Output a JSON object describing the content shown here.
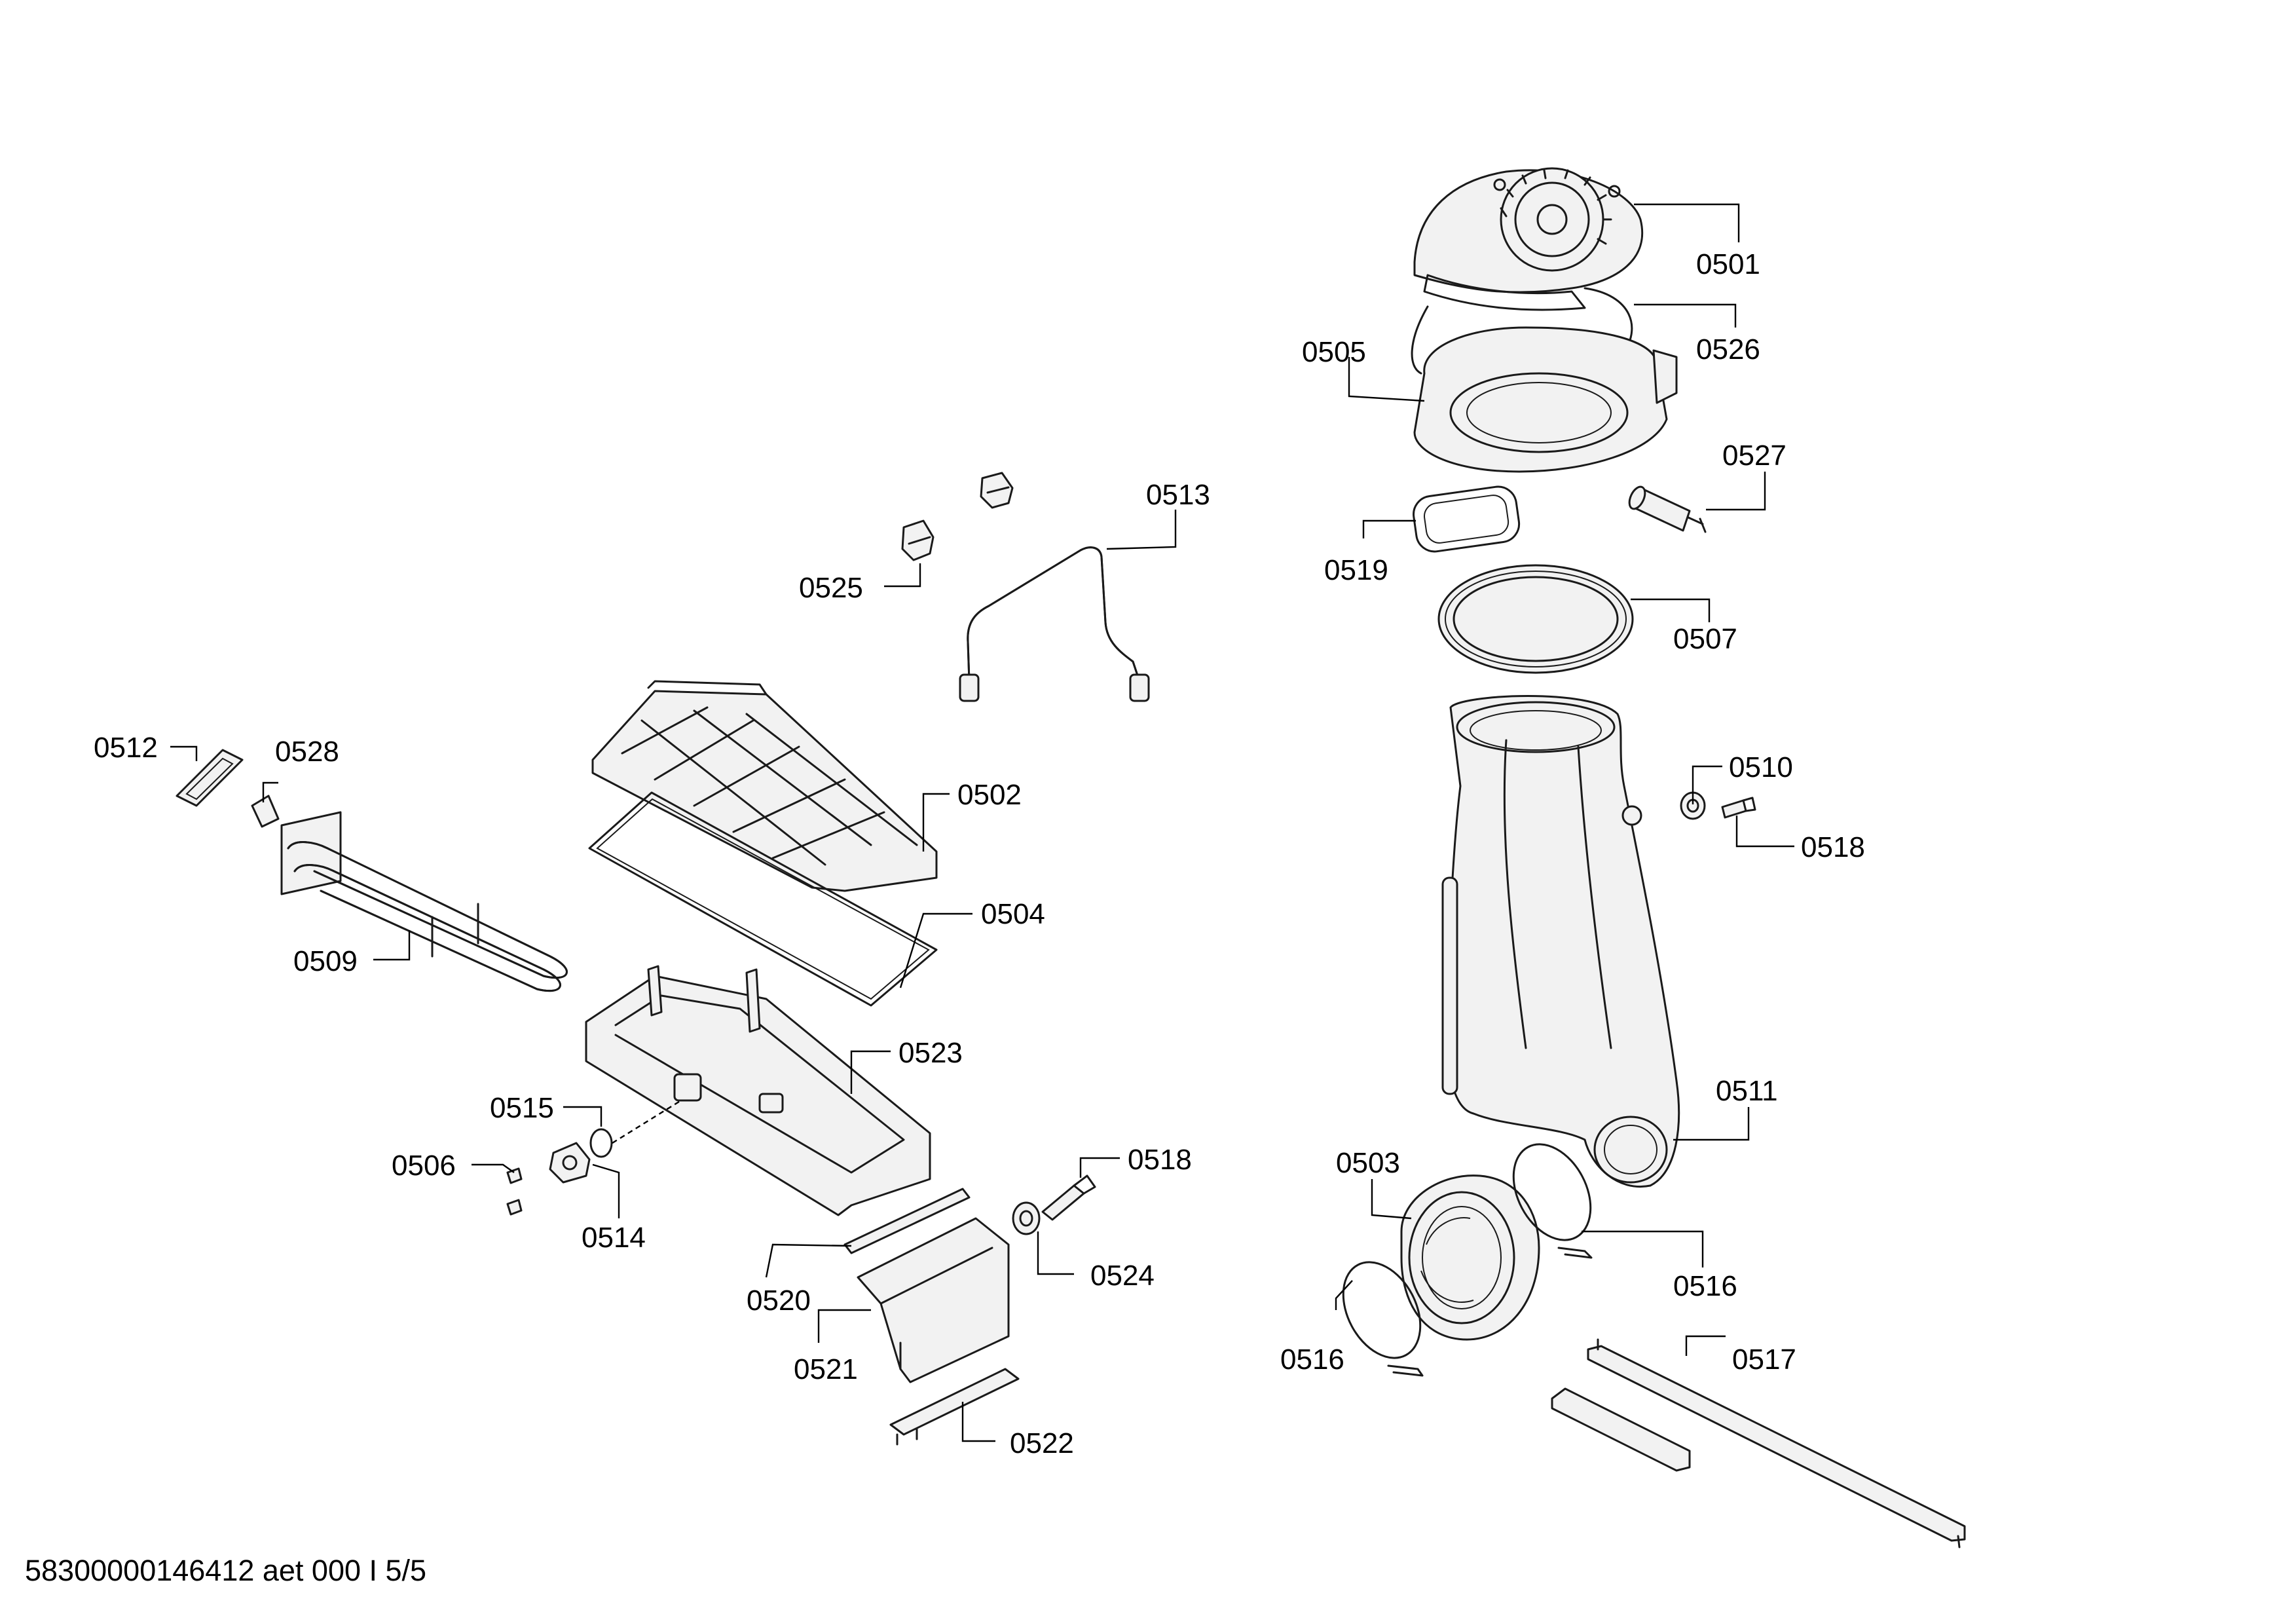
{
  "footer": {
    "document_id": "58300000146412 aet 000 I 5/5"
  },
  "parts": [
    {
      "id": "p0501",
      "number": "0501"
    },
    {
      "id": "p0526",
      "number": "0526"
    },
    {
      "id": "p0505",
      "number": "0505"
    },
    {
      "id": "p0527",
      "number": "0527"
    },
    {
      "id": "p0519",
      "number": "0519"
    },
    {
      "id": "p0507",
      "number": "0507"
    },
    {
      "id": "p0510",
      "number": "0510"
    },
    {
      "id": "p0518a",
      "number": "0518"
    },
    {
      "id": "p0511",
      "number": "0511"
    },
    {
      "id": "p0503",
      "number": "0503"
    },
    {
      "id": "p0516a",
      "number": "0516"
    },
    {
      "id": "p0516b",
      "number": "0516"
    },
    {
      "id": "p0517",
      "number": "0517"
    },
    {
      "id": "p0513",
      "number": "0513"
    },
    {
      "id": "p0525",
      "number": "0525"
    },
    {
      "id": "p0502",
      "number": "0502"
    },
    {
      "id": "p0504",
      "number": "0504"
    },
    {
      "id": "p0512",
      "number": "0512"
    },
    {
      "id": "p0528",
      "number": "0528"
    },
    {
      "id": "p0509",
      "number": "0509"
    },
    {
      "id": "p0523",
      "number": "0523"
    },
    {
      "id": "p0515",
      "number": "0515"
    },
    {
      "id": "p0506",
      "number": "0506"
    },
    {
      "id": "p0514",
      "number": "0514"
    },
    {
      "id": "p0518b",
      "number": "0518"
    },
    {
      "id": "p0524",
      "number": "0524"
    },
    {
      "id": "p0520",
      "number": "0520"
    },
    {
      "id": "p0521",
      "number": "0521"
    },
    {
      "id": "p0522",
      "number": "0522"
    }
  ]
}
